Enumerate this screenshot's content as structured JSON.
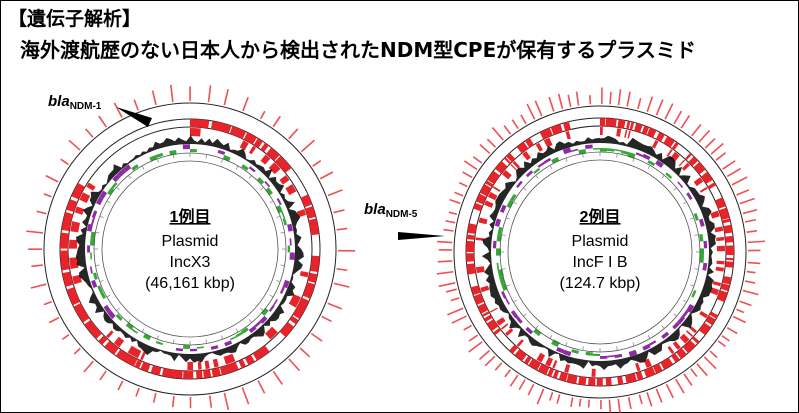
{
  "title": "【遺伝子解析】",
  "subtitle": "海外渡航歴のない日本人から検出されたNDM型CPEが保有するプラスミド",
  "colors": {
    "cds": "#e8242b",
    "gc_skew_pos": "#8e2aa5",
    "gc_skew_neg": "#33a833",
    "gc_content": "#000000",
    "label": "#e8242b"
  },
  "case1": {
    "gene_italic": "bla",
    "gene_sub": "NDM-1",
    "case_label": "1例目",
    "type_line": "Plasmid",
    "inc_line": "IncX3",
    "size_line": "(46,161 kbp)"
  },
  "case2": {
    "gene_italic": "bla",
    "gene_sub": "NDM-5",
    "case_label": "2例目",
    "type_line": "Plasmid",
    "inc_line": "IncF I B",
    "size_line": "(124.7 kbp)"
  }
}
